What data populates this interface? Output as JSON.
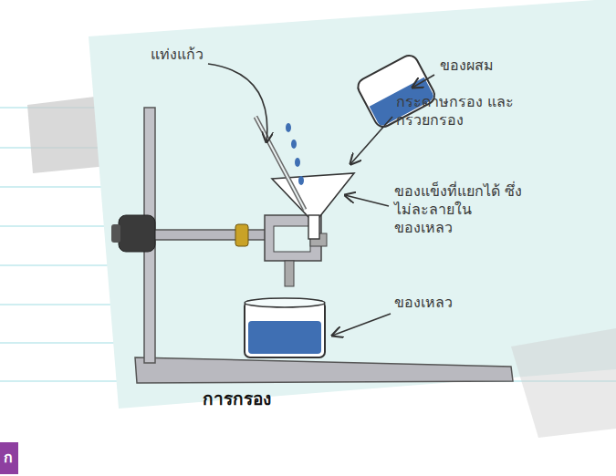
{
  "diagram": {
    "caption": "การกรอง",
    "labels": [
      "แท่งแก้ว",
      "ของผสม",
      "กระดาษกรอง และกรวยกรอง",
      "ของแข็งที่แยกได้ ซึ่งไม่ละลายใน ของเหลว",
      "ของเหลว",
      "ก"
    ]
  }
}
